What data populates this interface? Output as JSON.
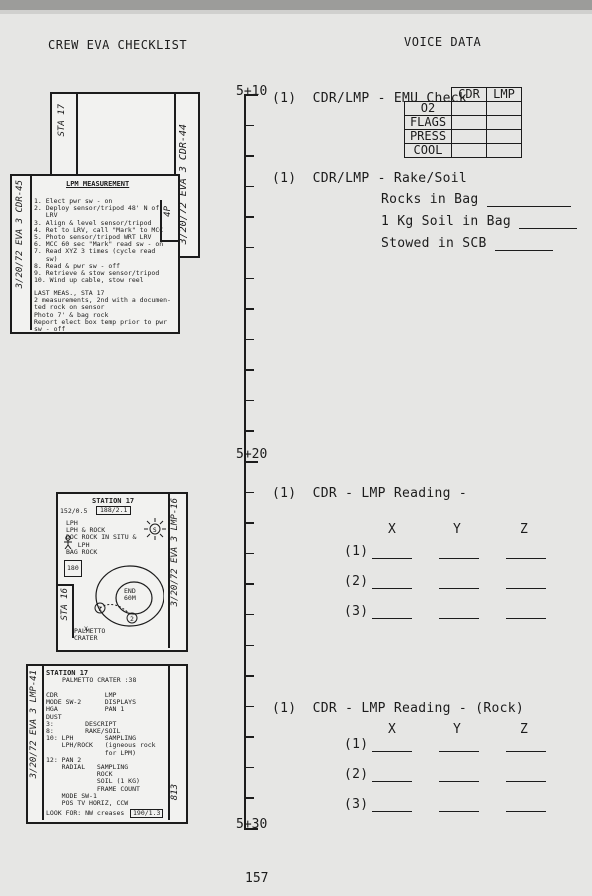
{
  "header": {
    "left": "CREW EVA CHECKLIST",
    "right": "VOICE DATA"
  },
  "timeline": {
    "labels": [
      "5+10",
      "5+20",
      "5+30"
    ]
  },
  "steps": {
    "s1": {
      "num": "(1)",
      "text": "CDR/LMP - EMU Check"
    },
    "emu_table": {
      "head": [
        "CDR",
        "LMP"
      ],
      "rows": [
        "O2",
        "FLAGS",
        "PRESS",
        "COOL"
      ]
    },
    "s2": {
      "num": "(1)",
      "text": "CDR/LMP - Rake/Soil",
      "items": [
        "Rocks in Bag",
        "1 Kg Soil in Bag",
        "Stowed in SCB"
      ]
    },
    "s3": {
      "num": "(1)",
      "text": "CDR - LMP Reading -"
    },
    "s4": {
      "num": "(1)",
      "text": "CDR - LMP Reading - (Rock)"
    },
    "xyz": [
      "X",
      "Y",
      "Z"
    ],
    "rowlabels": [
      "(1)",
      "(2)",
      "(3)"
    ]
  },
  "cards": {
    "card1": {
      "title": "LPM MEASUREMENT",
      "side_left": "3/20/72  EVA 3  CDR-45",
      "side_right": "4P",
      "lines": "1. Elect pwr sw - on\n2. Deploy sensor/tripod 48' N of\n   LRV\n3. Align & level sensor/tripod\n4. Ret to LRV, call \"Mark\" to MCC\n5. Photo sensor/tripod WRT LRV\n6. MCC 60 sec \"Mark\" read sw - on\n7. Read XYZ 3 times (cycle read\n   sw)\n8. Read & pwr sw - off\n9. Retrieve & stow sensor/tripod\n10. Wind up cable, stow reel",
      "lines2": "LAST MEAS., STA 17\n2 measurements, 2nd with a documen-\nted rock on sensor\nPhoto 7' & bag rock\nReport elect box temp prior to pwr\nsw - off"
    },
    "card0": {
      "side_left": "STA 17",
      "side_right": "3/20/72  EVA 3  CDR-44"
    },
    "card2": {
      "title": "STATION 17",
      "box1": "152/0.5",
      "box2": "188/2.1",
      "lines": "LPH\nLPH & ROCK\nDOC ROCK IN SITU &\n   LPH\nBAG ROCK",
      "marker": "180",
      "end_label": "END\n60M",
      "crater": "PALMETTO\nCRATER",
      "x_label": "X",
      "pt1": "1",
      "pt2": "2",
      "side_left": "STA 16",
      "side_right": "3/20/72  EVA 3  LMP-16"
    },
    "card3": {
      "title": "STATION 17",
      "subtitle": "PALMETTO CRATER :38",
      "lines": "CDR            LMP\nMODE SW-2      DISPLAYS\nHGA            PAN 1\nDUST\n3:        DESCRIPT\n8:        RAKE/SOIL\n10: LPH        SAMPLING\n    LPH/ROCK   (igneous rock\n               for LPM)\n12: PAN 2\n    RADIAL   SAMPLING\n             ROCK\n             SOIL (1 KG)\n             FRAME COUNT\n    MODE SW-1\n    POS TV HORIZ, CCW",
      "footer": "LOOK FOR: NW creases",
      "footer_box": "190/1.3",
      "side_left": "3/20/72  EVA 3  LMP-41",
      "side_right": "813"
    }
  },
  "page_number": "157"
}
